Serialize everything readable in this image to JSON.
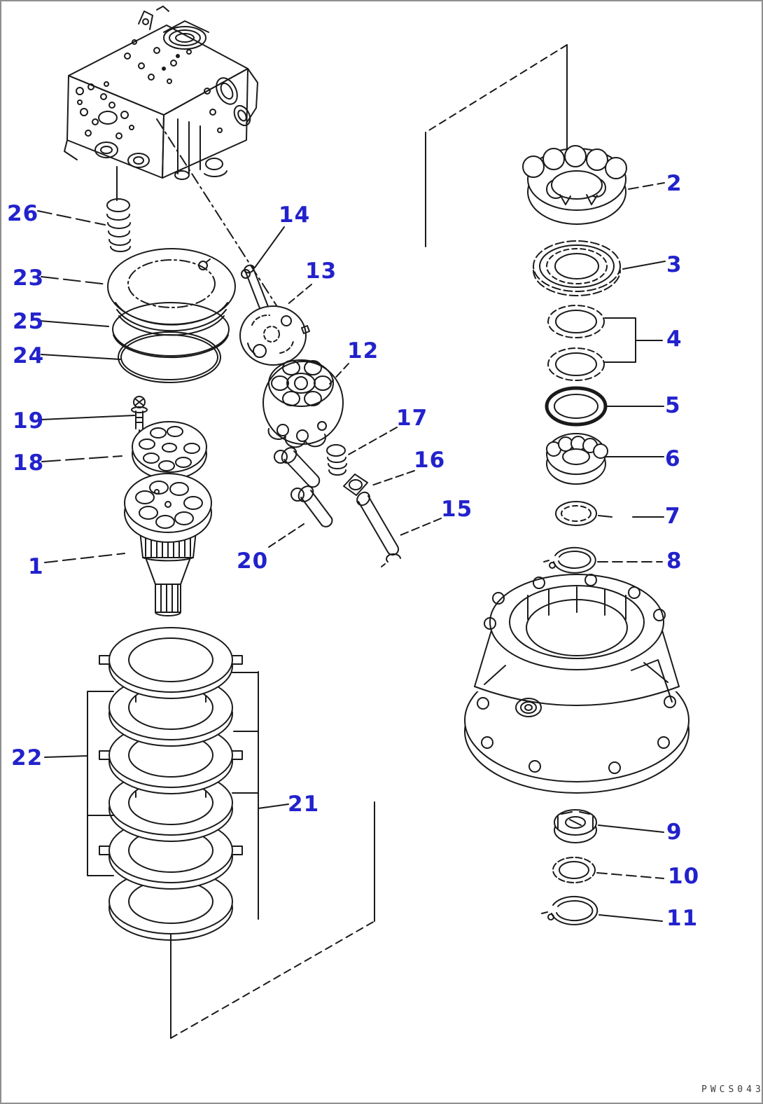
{
  "page": {
    "background": "#ffffff",
    "border_color": "#8f8f8f"
  },
  "diagram": {
    "type": "exploded-parts-line-drawing",
    "callout_color": "#2222cc",
    "line_color": "#1a1a1a",
    "drawing_code": "PWCS043",
    "part_labels": {
      "n1": "1",
      "n2": "2",
      "n3": "3",
      "n4": "4",
      "n5": "5",
      "n6": "6",
      "n7": "7",
      "n8": "8",
      "n9": "9",
      "n10": "10",
      "n11": "11",
      "n12": "12",
      "n13": "13",
      "n14": "14",
      "n15": "15",
      "n16": "16",
      "n17": "17",
      "n18": "18",
      "n19": "19",
      "n20": "20",
      "n21": "21",
      "n22": "22",
      "n23": "23",
      "n24": "24",
      "n25": "25",
      "n26": "26"
    }
  }
}
